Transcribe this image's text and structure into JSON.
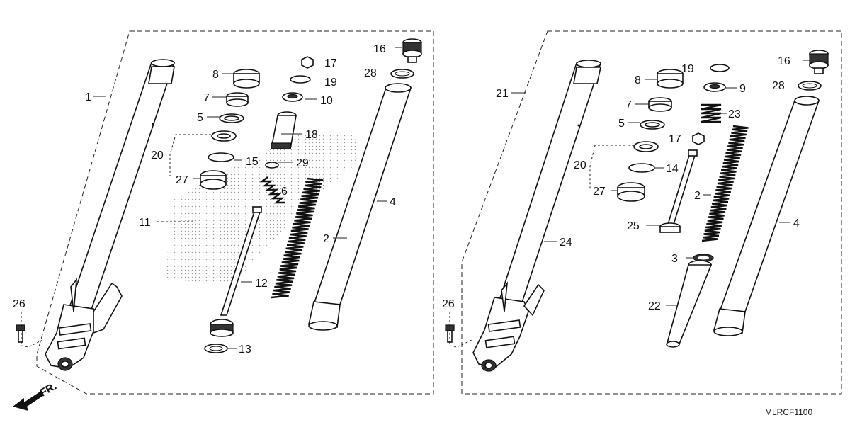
{
  "diagram_code": "MLRCF1100",
  "direction_label": "FR.",
  "left_callouts": [
    {
      "id": "l1",
      "text": "1"
    },
    {
      "id": "l8",
      "text": "8"
    },
    {
      "id": "l7",
      "text": "7"
    },
    {
      "id": "l5",
      "text": "5"
    },
    {
      "id": "l20",
      "text": "20"
    },
    {
      "id": "l27",
      "text": "27"
    },
    {
      "id": "l11",
      "text": "11"
    },
    {
      "id": "l17",
      "text": "17"
    },
    {
      "id": "l19",
      "text": "19"
    },
    {
      "id": "l10",
      "text": "10"
    },
    {
      "id": "l18",
      "text": "18"
    },
    {
      "id": "l15",
      "text": "15"
    },
    {
      "id": "l29",
      "text": "29"
    },
    {
      "id": "l6",
      "text": "6"
    },
    {
      "id": "l12",
      "text": "12"
    },
    {
      "id": "l13",
      "text": "13"
    },
    {
      "id": "l16",
      "text": "16"
    },
    {
      "id": "l28",
      "text": "28"
    },
    {
      "id": "l2",
      "text": "2"
    },
    {
      "id": "l4",
      "text": "4"
    },
    {
      "id": "l26",
      "text": "26"
    }
  ],
  "right_callouts": [
    {
      "id": "r21",
      "text": "21"
    },
    {
      "id": "r8",
      "text": "8"
    },
    {
      "id": "r19",
      "text": "19"
    },
    {
      "id": "r9",
      "text": "9"
    },
    {
      "id": "r7",
      "text": "7"
    },
    {
      "id": "r23",
      "text": "23"
    },
    {
      "id": "r5",
      "text": "5"
    },
    {
      "id": "r17",
      "text": "17"
    },
    {
      "id": "r20",
      "text": "20"
    },
    {
      "id": "r14",
      "text": "14"
    },
    {
      "id": "r27",
      "text": "27"
    },
    {
      "id": "r2",
      "text": "2"
    },
    {
      "id": "r25",
      "text": "25"
    },
    {
      "id": "r24",
      "text": "24"
    },
    {
      "id": "r3",
      "text": "3"
    },
    {
      "id": "r22",
      "text": "22"
    },
    {
      "id": "r16",
      "text": "16"
    },
    {
      "id": "r28",
      "text": "28"
    },
    {
      "id": "r4",
      "text": "4"
    },
    {
      "id": "r26",
      "text": "26"
    }
  ]
}
